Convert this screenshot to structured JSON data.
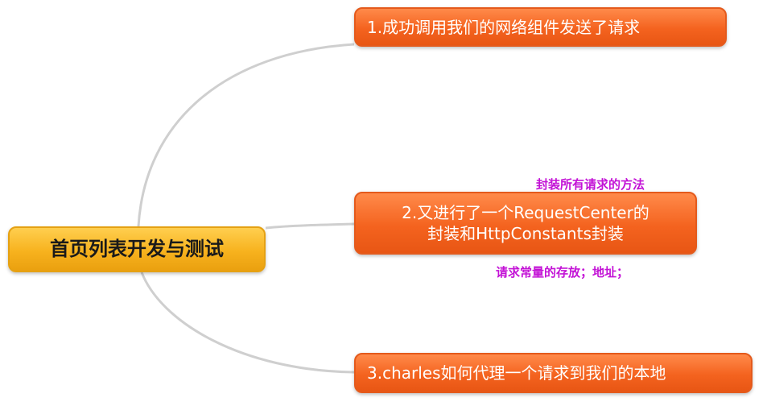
{
  "diagram": {
    "root": {
      "label": "首页列表开发与测试"
    },
    "children": [
      {
        "label": "1.成功调用我们的网络组件发送了请求"
      },
      {
        "label_line1": "2.又进行了一个RequestCenter的",
        "label_line2": "封装和HttpConstants封装"
      },
      {
        "label": "3.charles如何代理一个请求到我们的本地"
      }
    ],
    "notes": {
      "above_child2": "封装所有请求的方法",
      "below_child2": "请求常量的存放；地址；"
    }
  },
  "colors": {
    "child_fill": "#f4631f",
    "root_fill": "#f7b21e",
    "note_text": "#c312d6",
    "connector": "#cfcfcf"
  }
}
